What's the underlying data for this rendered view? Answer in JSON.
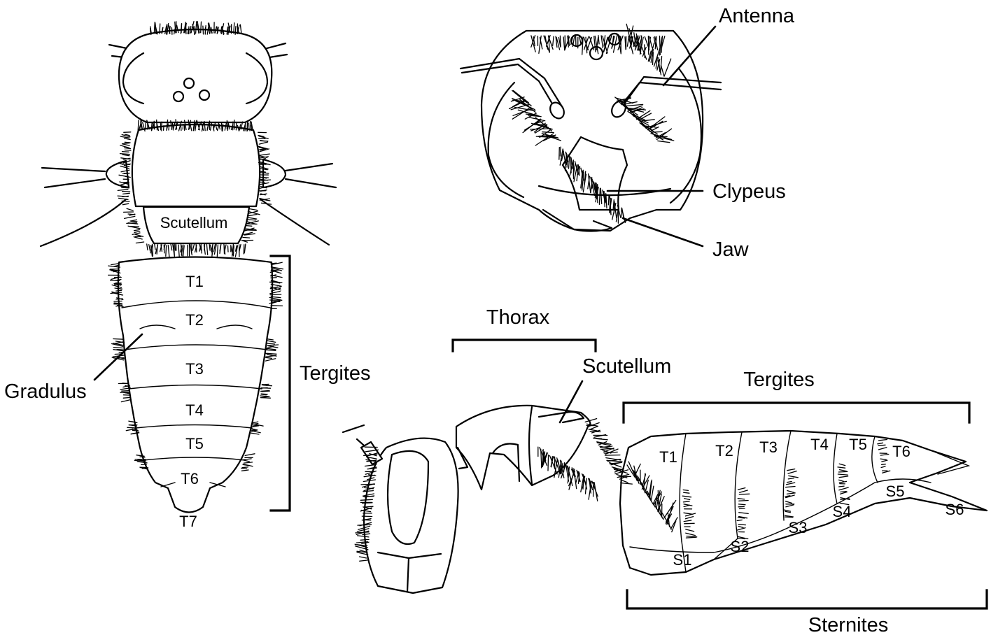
{
  "labels": {
    "antenna": "Antenna",
    "clypeus": "Clypeus",
    "jaw": "Jaw",
    "scutellum_dorsal": "Scutellum",
    "tergites_dorsal": "Tergites",
    "gradulus": "Gradulus",
    "thorax": "Thorax",
    "scutellum_lateral": "Scutellum",
    "tergites_lateral": "Tergites",
    "sternites": "Sternites"
  },
  "dorsal_segments": [
    "T1",
    "T2",
    "T3",
    "T4",
    "T5",
    "T6",
    "T7"
  ],
  "lateral_tergites": [
    "T1",
    "T2",
    "T3",
    "T4",
    "T5",
    "T6"
  ],
  "lateral_sternites": [
    "S1",
    "S2",
    "S3",
    "S4",
    "S5",
    "S6"
  ],
  "colors": {
    "ink": "#000000",
    "paper": "#ffffff"
  }
}
